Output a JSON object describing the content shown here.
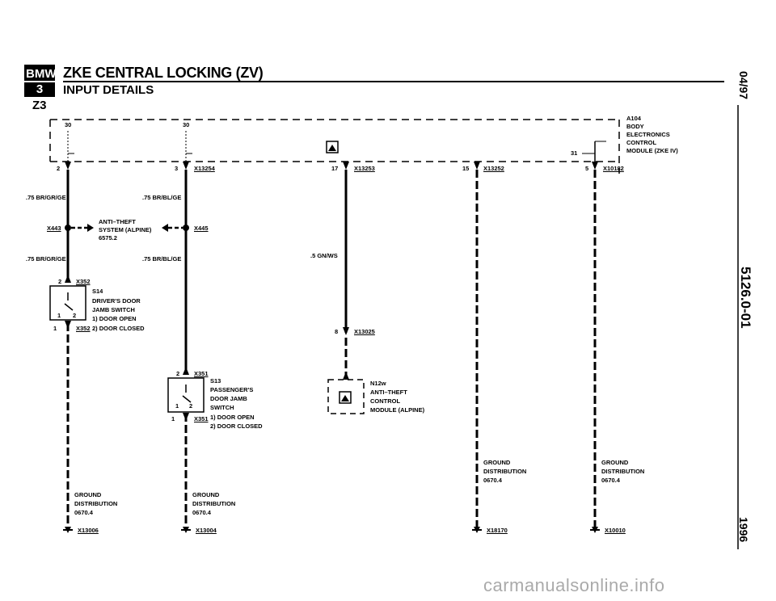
{
  "header": {
    "logo_top": "BMW",
    "logo_bottom": "3",
    "title": "ZKE CENTRAL LOCKING (ZV)",
    "subtitle": "INPUT DETAILS",
    "model": "Z3"
  },
  "side": {
    "date": "04/97",
    "page": "5126.0-01",
    "year": "1996"
  },
  "module": {
    "id": "A104",
    "lines": [
      "BODY",
      "ELECTRONICS",
      "CONTROL",
      "MODULE (ZKE IV)"
    ],
    "pin30a": "30",
    "pin30b": "30",
    "pin31": "31"
  },
  "pins": {
    "p2": "2",
    "p3": "3",
    "c1": "X13254",
    "p17": "17",
    "c2": "X13253",
    "p15": "15",
    "c3": "X13252",
    "p5": "5",
    "c4": "X10182"
  },
  "wires": {
    "w1a": ".75 BR/GR/GE",
    "w1b": ".75 BR/GR/GE",
    "w2a": ".75 BR/BL/GE",
    "w2b": ".75 BR/BL/GE",
    "w3": ".5 GN/WS"
  },
  "antitheft": {
    "conn_left": "X443",
    "conn_right": "X445",
    "lines": [
      "ANTI–THEFT",
      "SYSTEM (ALPINE)",
      "6575.2"
    ]
  },
  "s14": {
    "pin2": "2",
    "conn_top": "X352",
    "pin1": "1",
    "conn_bottom": "X352",
    "sw1": "1",
    "sw2": "2",
    "lines": [
      "S14",
      "DRIVER'S DOOR",
      "JAMB SWITCH",
      "1)  DOOR OPEN",
      "2)  DOOR CLOSED"
    ]
  },
  "s13": {
    "pin2": "2",
    "conn_top": "X351",
    "pin1": "1",
    "conn_bottom": "X351",
    "sw1": "1",
    "sw2": "2",
    "lines": [
      "S13",
      "PASSENGER'S",
      "DOOR JAMB",
      "SWITCH",
      "1)  DOOR OPEN",
      "2)  DOOR CLOSED"
    ]
  },
  "n12w": {
    "pin": "8",
    "conn": "X13025",
    "lines": [
      "N12w",
      "ANTI–THEFT",
      "CONTROL",
      "MODULE (ALPINE)"
    ]
  },
  "grounds": [
    {
      "lines": [
        "GROUND",
        "DISTRIBUTION",
        "0670.4"
      ],
      "conn": "X13006"
    },
    {
      "lines": [
        "GROUND",
        "DISTRIBUTION",
        "0670.4"
      ],
      "conn": "X13004"
    },
    {
      "lines": [
        "GROUND",
        "DISTRIBUTION",
        "0670.4"
      ],
      "conn": "X18170"
    },
    {
      "lines": [
        "GROUND",
        "DISTRIBUTION",
        "0670.4"
      ],
      "conn": "X10010"
    }
  ],
  "watermark": "carmanualsonline.info"
}
